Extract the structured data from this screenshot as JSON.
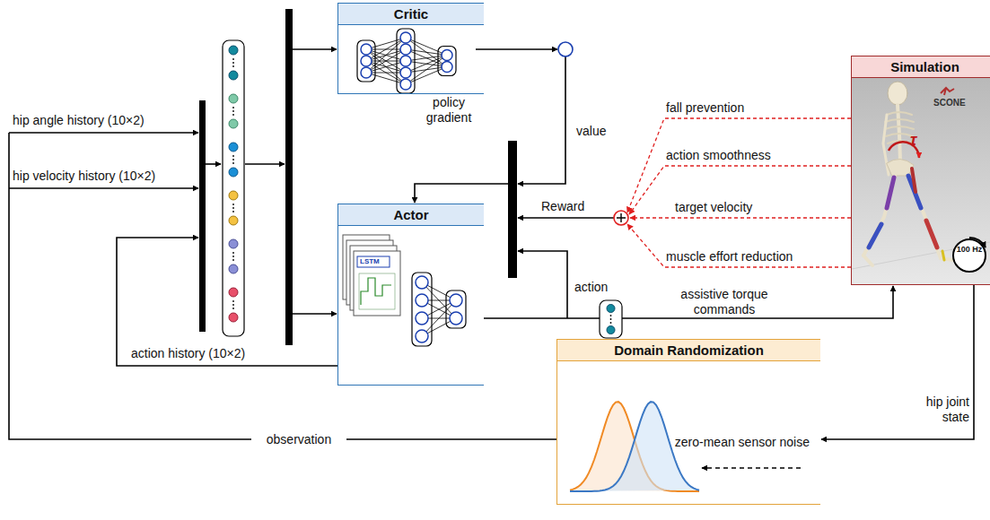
{
  "diagram": {
    "nodes": [
      {
        "text": [
          "Critic"
        ]
      },
      {
        "text": [
          "Actor"
        ]
      },
      {
        "text": [
          "Simulation"
        ]
      },
      {
        "text": [
          "Domain Randomization",
          "zero-mean sensor noise"
        ]
      }
    ],
    "edges": [
      {
        "from": 1,
        "to": 2,
        "arrow": "to",
        "label": "assistive torque commands"
      },
      {
        "from": 2,
        "to": 3,
        "arrow": "to",
        "label": "hip joint state"
      }
    ],
    "labels": [
      "hip angle history (10×2)",
      "hip velocity history (10×2)",
      "action history (10×2)",
      "value",
      "policy gradient",
      "Reward",
      "action",
      "fall prevention",
      "action smoothness",
      "target velocity",
      "muscle effort reduction",
      "observation",
      "SCONE",
      "100 Hz",
      "LSTM",
      "τ"
    ]
  }
}
